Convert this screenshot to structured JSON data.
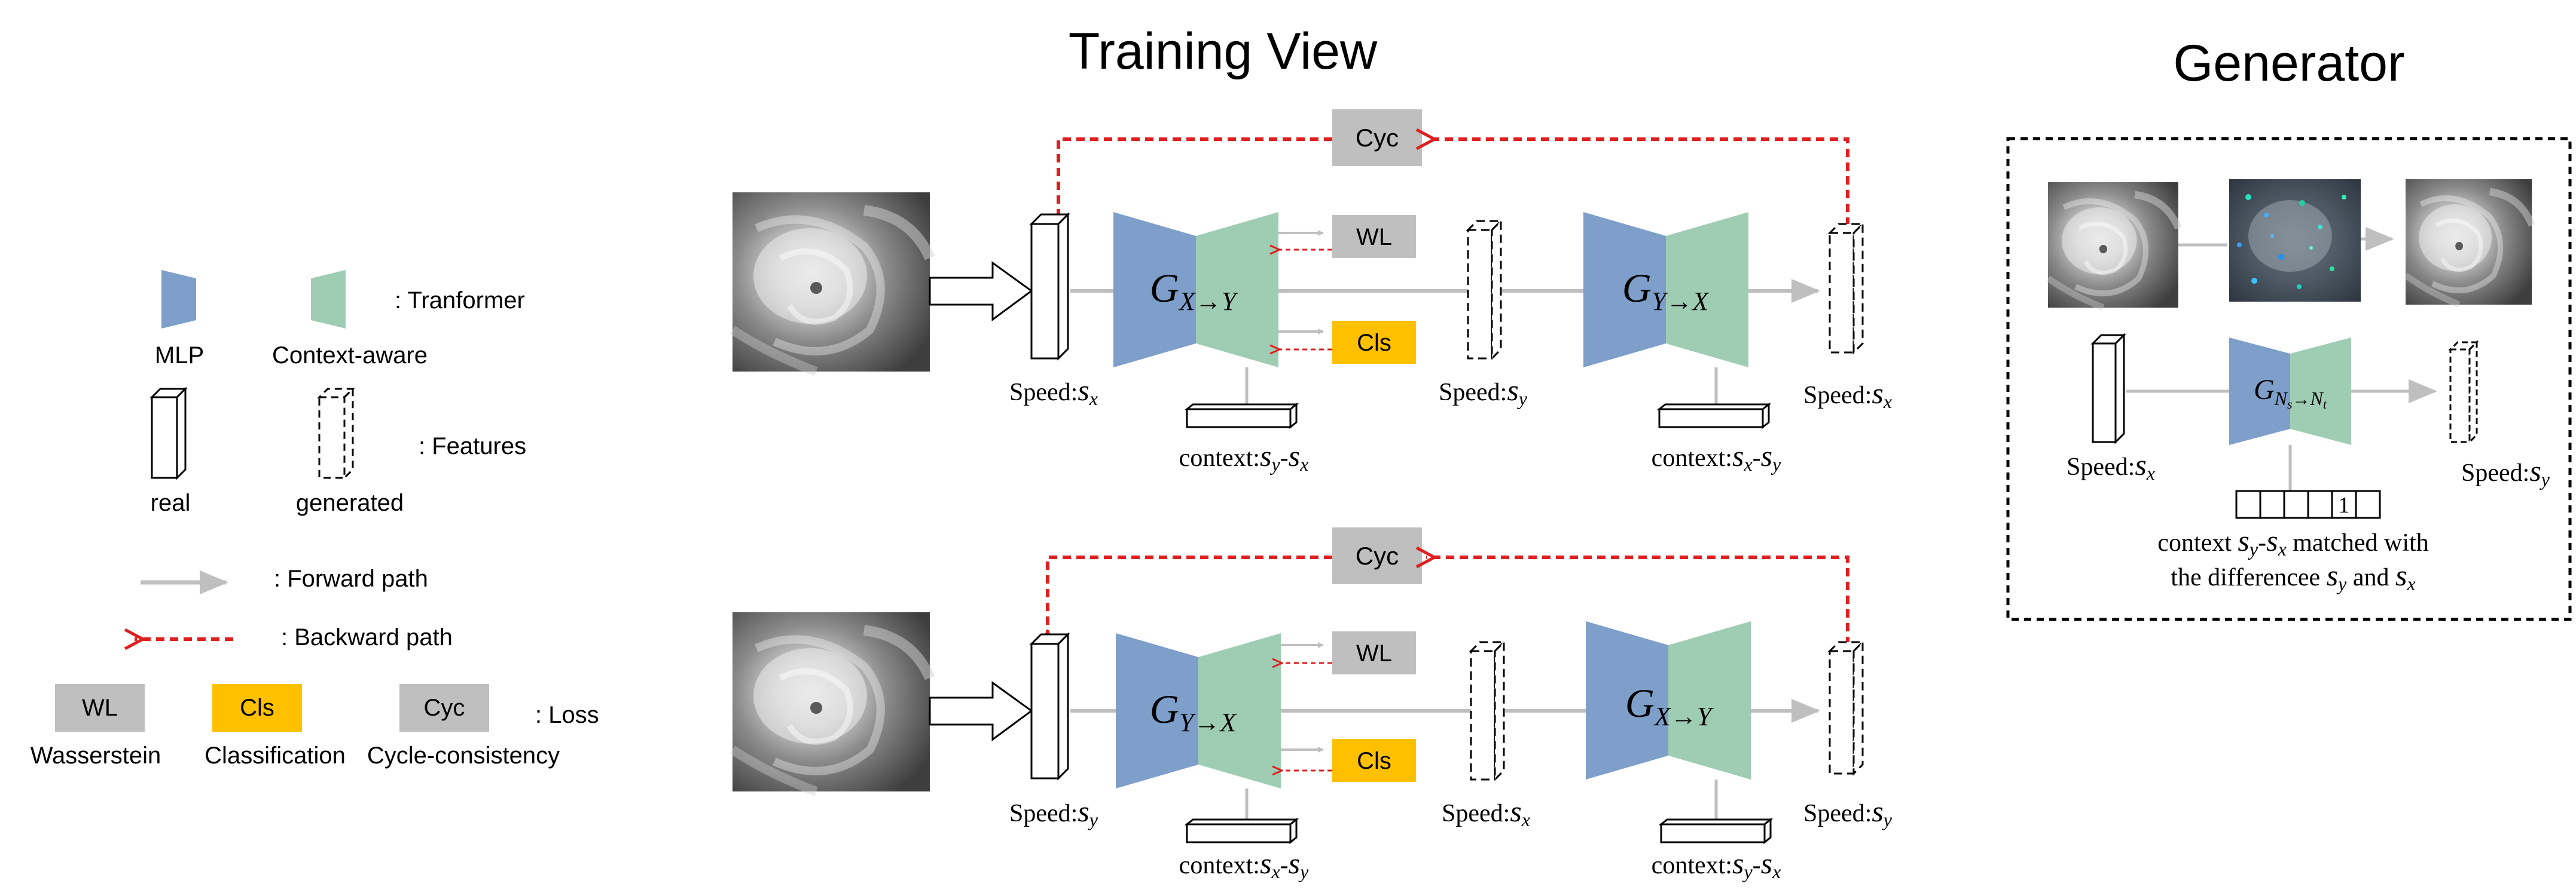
{
  "legend": {
    "mlp_label": "MLP",
    "context_aware_label": "Context-aware",
    "transformer_label": ": Tranformer",
    "real_label": "real",
    "generated_label": "generated",
    "features_label": ": Features",
    "forward_label": ": Forward path",
    "backward_label": ": Backward path",
    "loss_label": ": Loss",
    "wl_box": "WL",
    "cls_box": "Cls",
    "cyc_box": "Cyc",
    "wasserstein_label": "Wasserstein",
    "classification_label": "Classification",
    "cycle_label": "Cycle-consistency"
  },
  "training": {
    "title": "Training View",
    "top": {
      "cyc": "Cyc",
      "wl": "WL",
      "cls": "Cls",
      "speed_in": "Speed:",
      "speed_in_var": "s",
      "speed_in_sub": "x",
      "gen1_main": "G",
      "gen1_sub": "X→Y",
      "speed_mid": "Speed:",
      "speed_mid_var": "s",
      "speed_mid_sub": "y",
      "gen2_main": "G",
      "gen2_sub": "Y→X",
      "speed_out": "Speed:",
      "speed_out_var": "s",
      "speed_out_sub": "x",
      "context1": "context:",
      "context1_a": "s",
      "context1_a_sub": "y",
      "context1_b": "s",
      "context1_b_sub": "x",
      "context2": "context:",
      "context2_a": "s",
      "context2_a_sub": "x",
      "context2_b": "s",
      "context2_b_sub": "y"
    },
    "bottom": {
      "cyc": "Cyc",
      "wl": "WL",
      "cls": "Cls",
      "speed_in": "Speed:",
      "speed_in_var": "s",
      "speed_in_sub": "y",
      "gen1_main": "G",
      "gen1_sub": "Y→X",
      "speed_mid": "Speed:",
      "speed_mid_var": "s",
      "speed_mid_sub": "x",
      "gen2_main": "G",
      "gen2_sub": "X→Y",
      "speed_out": "Speed:",
      "speed_out_var": "s",
      "speed_out_sub": "y",
      "context1": "context:",
      "context1_a": "s",
      "context1_a_sub": "x",
      "context1_b": "s",
      "context1_b_sub": "y",
      "context2": "context:",
      "context2_a": "s",
      "context2_a_sub": "y",
      "context2_b": "s",
      "context2_b_sub": "x"
    }
  },
  "generator": {
    "title": "Generator",
    "speed_in": "Speed:",
    "speed_in_var": "s",
    "speed_in_sub": "x",
    "speed_out": "Speed:",
    "speed_out_var": "s",
    "speed_out_sub": "y",
    "gen_main": "G",
    "gen_sub_a": "N",
    "gen_sub_a_sub": "s",
    "gen_sub_arrow": "→",
    "gen_sub_b": "N",
    "gen_sub_b_sub": "t",
    "onehot_value": "1",
    "context_line1_prefix": "context ",
    "context_line1_a": "s",
    "context_line1_a_sub": "y",
    "context_line1_b": "s",
    "context_line1_b_sub": "x",
    "context_line1_suffix": " matched with",
    "context_line2_prefix": "the differencee ",
    "context_line2_a": "s",
    "context_line2_a_sub": "y",
    "context_line2_mid": " and ",
    "context_line2_b": "s",
    "context_line2_b_sub": "x"
  },
  "colors": {
    "mlp": "#7d9fca",
    "context_aware": "#9fcdb3",
    "loss_gray": "#bfbfbf",
    "cls_yellow": "#ffc000",
    "forward_arrow": "#bfbfbf",
    "backward_arrow": "#e02020"
  }
}
